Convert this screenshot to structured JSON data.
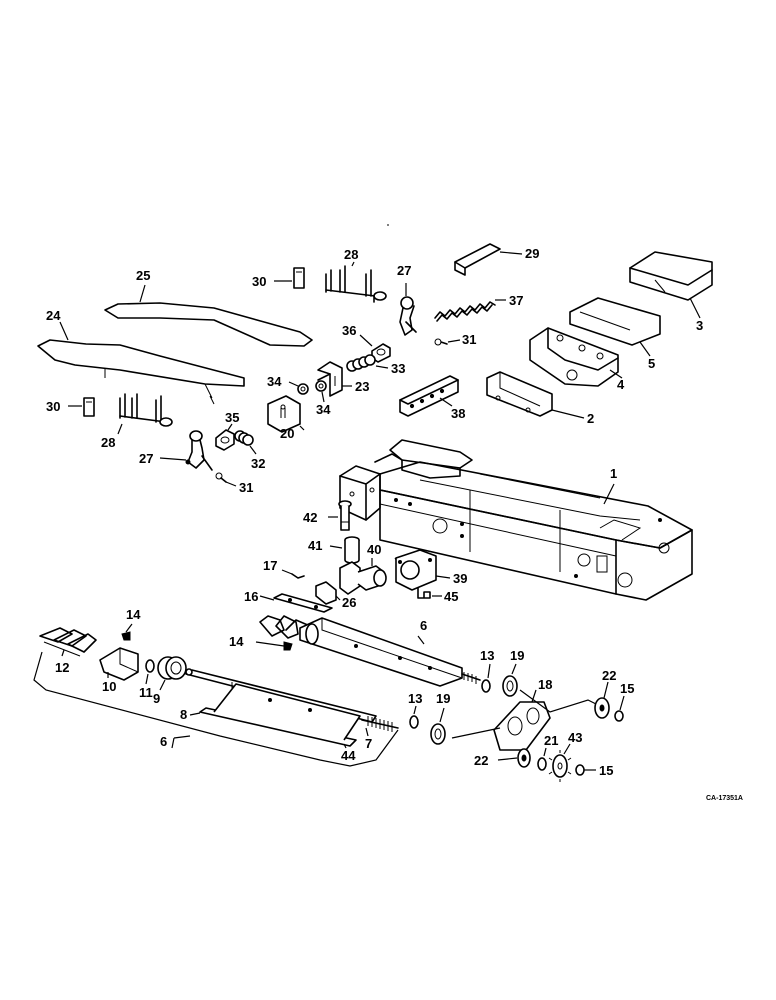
{
  "figure_code": "CA-17351A",
  "callouts": {
    "c1": "1",
    "c2": "2",
    "c3": "3",
    "c4": "4",
    "c5": "5",
    "c6a": "6",
    "c6b": "6",
    "c7": "7",
    "c8": "8",
    "c9": "9",
    "c10": "10",
    "c11": "11",
    "c12": "12",
    "c13a": "13",
    "c13b": "13",
    "c14a": "14",
    "c14b": "14",
    "c15a": "15",
    "c15b": "15",
    "c16": "16",
    "c17": "17",
    "c18": "18",
    "c19a": "19",
    "c19b": "19",
    "c20": "20",
    "c21": "21",
    "c22a": "22",
    "c22b": "22",
    "c23": "23",
    "c24": "24",
    "c25": "25",
    "c26": "26",
    "c27a": "27",
    "c27b": "27",
    "c28a": "28",
    "c28b": "28",
    "c29": "29",
    "c30a": "30",
    "c30b": "30",
    "c31a": "31",
    "c31b": "31",
    "c32": "32",
    "c33": "33",
    "c34a": "34",
    "c34b": "34",
    "c35": "35",
    "c36": "36",
    "c37": "37",
    "c38": "38",
    "c39": "39",
    "c40": "40",
    "c41": "41",
    "c42": "42",
    "c43": "43",
    "c44": "44",
    "c45": "45"
  }
}
